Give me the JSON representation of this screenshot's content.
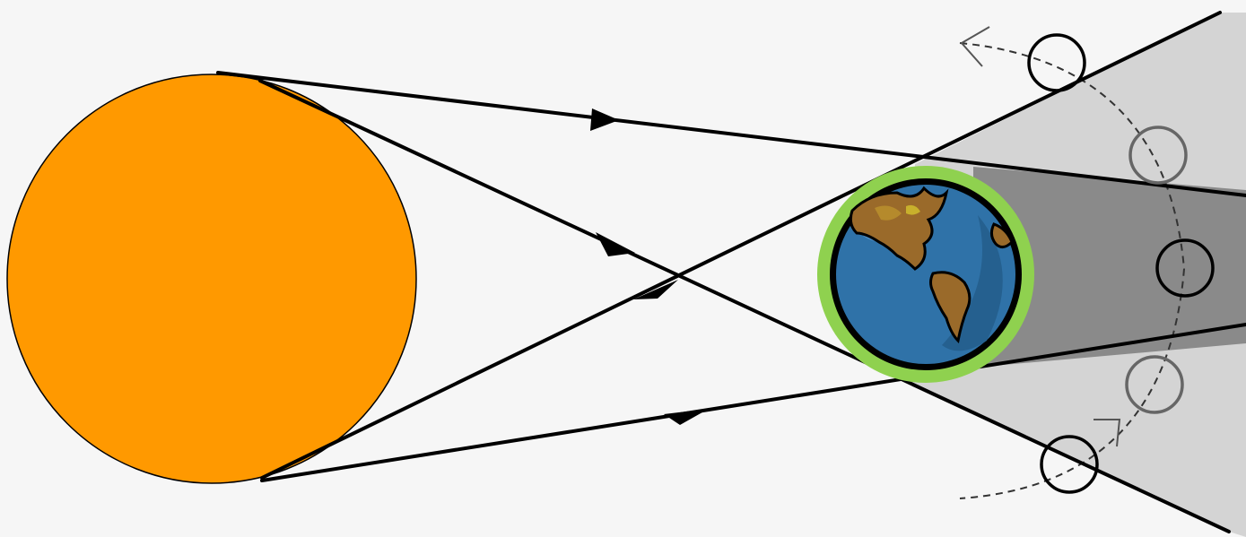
{
  "diagram": {
    "colors": {
      "background": "#f6f6f6",
      "sun": "#ff9900",
      "penumbra": "#d4d4d4",
      "umbra": "#8a8a8a",
      "earth_ring": "#8fd14f",
      "earth_ocean": "#2f72a8",
      "earth_land": "#9a6a2a",
      "ray": "#000000",
      "orbit": "#333333",
      "moon_in_umbra": "#000000",
      "moon_in_penumbra": "#666666",
      "moon_outside": "#000000"
    },
    "bodies": [
      {
        "id": "sun",
        "icon": "sun-icon"
      },
      {
        "id": "earth",
        "icon": "earth-globe-icon"
      }
    ],
    "shadow_regions": [
      {
        "id": "umbra"
      },
      {
        "id": "penumbra"
      }
    ],
    "moon_phases_along_orbit": [
      {
        "position": "outside-shadow-top",
        "region": "none"
      },
      {
        "position": "penumbra-upper",
        "region": "penumbra"
      },
      {
        "position": "umbra-center",
        "region": "umbra"
      },
      {
        "position": "penumbra-lower",
        "region": "penumbra"
      },
      {
        "position": "outside-shadow-bottom",
        "region": "none"
      }
    ],
    "orbit_direction": "counter-clockwise-arrows"
  }
}
